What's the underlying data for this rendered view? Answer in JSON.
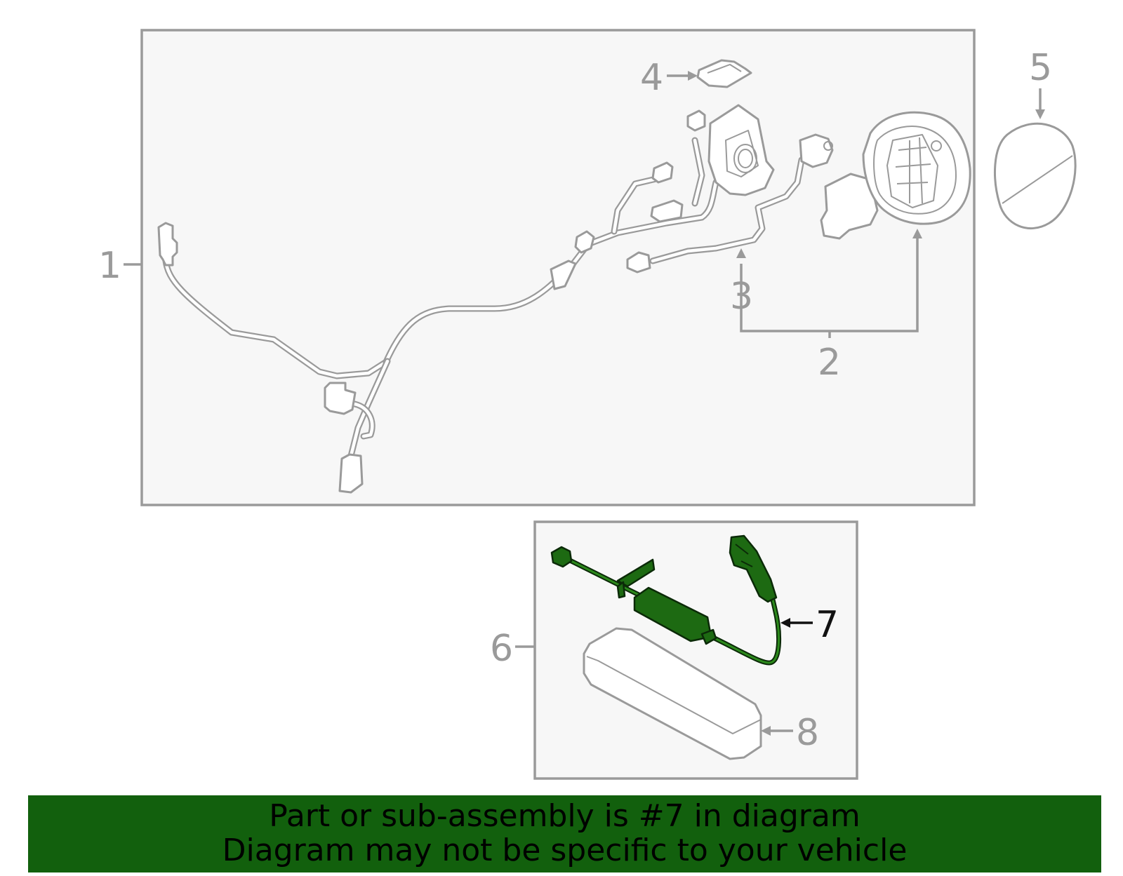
{
  "diagram": {
    "callouts": {
      "c1": "1",
      "c2": "2",
      "c3": "3",
      "c4": "4",
      "c5": "5",
      "c6": "6",
      "c7": "7",
      "c8": "8"
    },
    "highlighted_part": "7"
  },
  "banner": {
    "line1": "Part or sub-assembly is #7 in diagram",
    "line2": "Diagram may not be specific to your vehicle"
  },
  "colors": {
    "highlight_green": "#1d6a12",
    "banner_green": "#12600d",
    "line_gray": "#9a9a9a",
    "panel_bg": "#f7f7f7"
  }
}
